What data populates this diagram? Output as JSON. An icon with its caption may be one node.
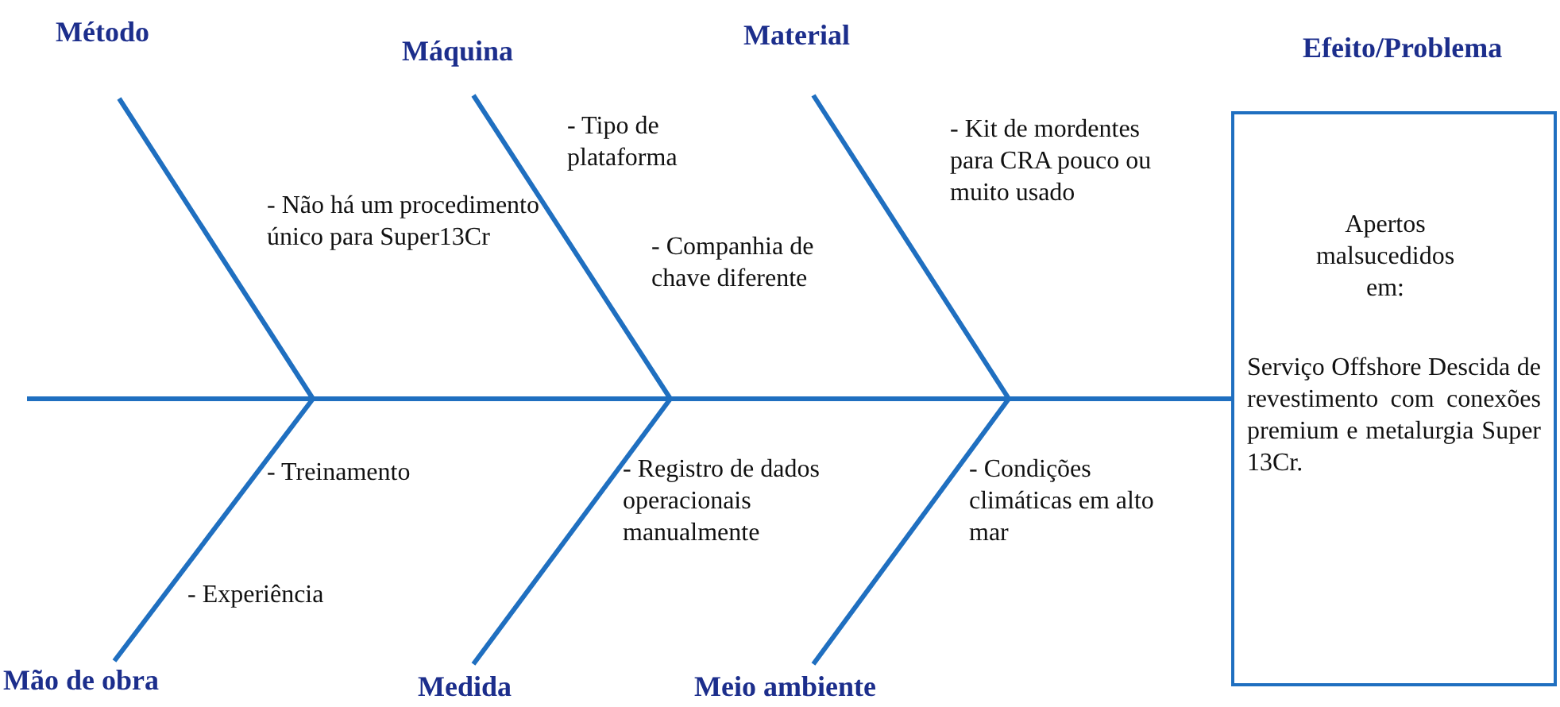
{
  "diagram": {
    "nodes": [
      {
        "text": [
          "Método"
        ]
      },
      {
        "text": [
          "Máquina"
        ]
      },
      {
        "text": [
          "Material"
        ]
      },
      {
        "text": [
          "Efeito/Problema",
          "Apertos malsucedidos em:",
          "Serviço Offshore Descida de revestimento com conexões premium e metalurgia Super 13Cr."
        ]
      },
      {
        "text": [
          "Mão de obra"
        ]
      },
      {
        "text": [
          "Medida"
        ]
      },
      {
        "text": [
          "Meio ambiente"
        ]
      }
    ],
    "edges": [
      {
        "from": 0,
        "to": null,
        "arrow": "none"
      },
      {
        "from": 1,
        "to": null,
        "arrow": "none"
      },
      {
        "from": 2,
        "to": null,
        "arrow": "none"
      },
      {
        "from": null,
        "to": 3,
        "arrow": "none"
      },
      {
        "from": 4,
        "to": null,
        "arrow": "none"
      },
      {
        "from": 5,
        "to": null,
        "arrow": "none"
      },
      {
        "from": 6,
        "to": null,
        "arrow": "none"
      }
    ],
    "labels": [
      "- Tipo de plataforma",
      "- Kit de mordentes para CRA pouco ou muito usado",
      "- Não há um procedimento único para Super13Cr",
      "- Companhia de chave diferente",
      "- Treinamento",
      "- Registro de dados operacionais manualmente",
      "- Condições climáticas em alto mar",
      "- Experiência"
    ]
  }
}
